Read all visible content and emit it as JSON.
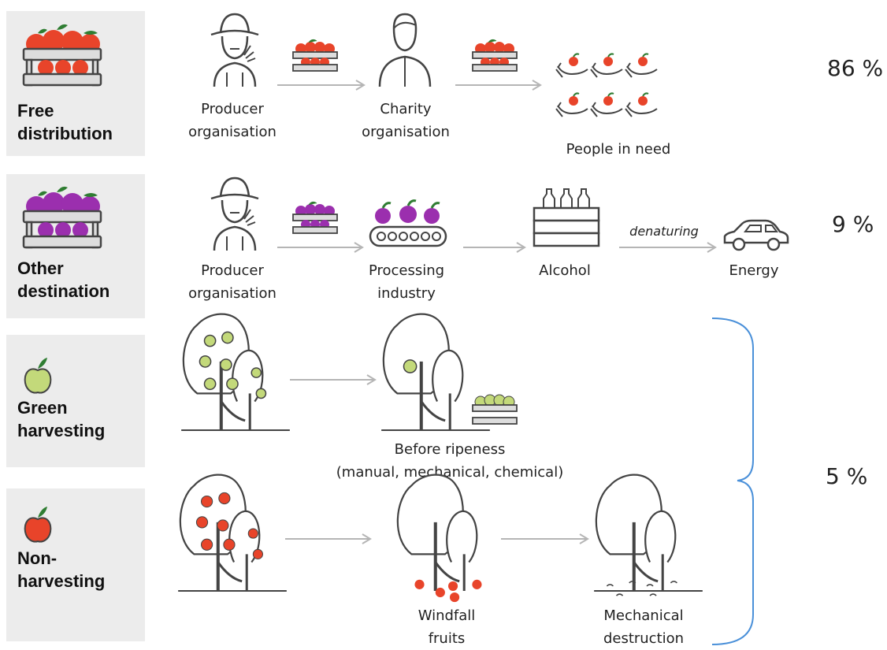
{
  "colors": {
    "apple_red": "#e8442a",
    "plum_purple": "#9b2fae",
    "apple_green": "#c3d97a",
    "leaf_green": "#2f7d32",
    "panel_gray": "#ececec",
    "arrow_gray": "#b5b5b5",
    "bracket_blue": "#4a90d9"
  },
  "rows": {
    "free": {
      "title": "Free\ndistribution",
      "icon": "red-apple-crate-icon",
      "step1": "Producer\norganisation",
      "step2": "Charity\norganisation",
      "step3": "People in need",
      "percentage": "86 %"
    },
    "other": {
      "title": "Other\ndestination",
      "icon": "purple-plum-crate-icon",
      "step1": "Producer\norganisation",
      "step2": "Processing\nindustry",
      "step3": "Alcohol",
      "arrow_label": "denaturing",
      "step4": "Energy",
      "percentage": "9 %"
    },
    "green": {
      "title": "Green\nharvesting",
      "icon": "green-apple-icon",
      "step2": "Before ripeness\n(manual, mechanical, chemical)"
    },
    "non": {
      "title": "Non-\nharvesting",
      "icon": "red-apple-icon",
      "step2": "Windfall\nfruits",
      "step3": "Mechanical\ndestruction"
    }
  },
  "combined_percentage": "5 %"
}
